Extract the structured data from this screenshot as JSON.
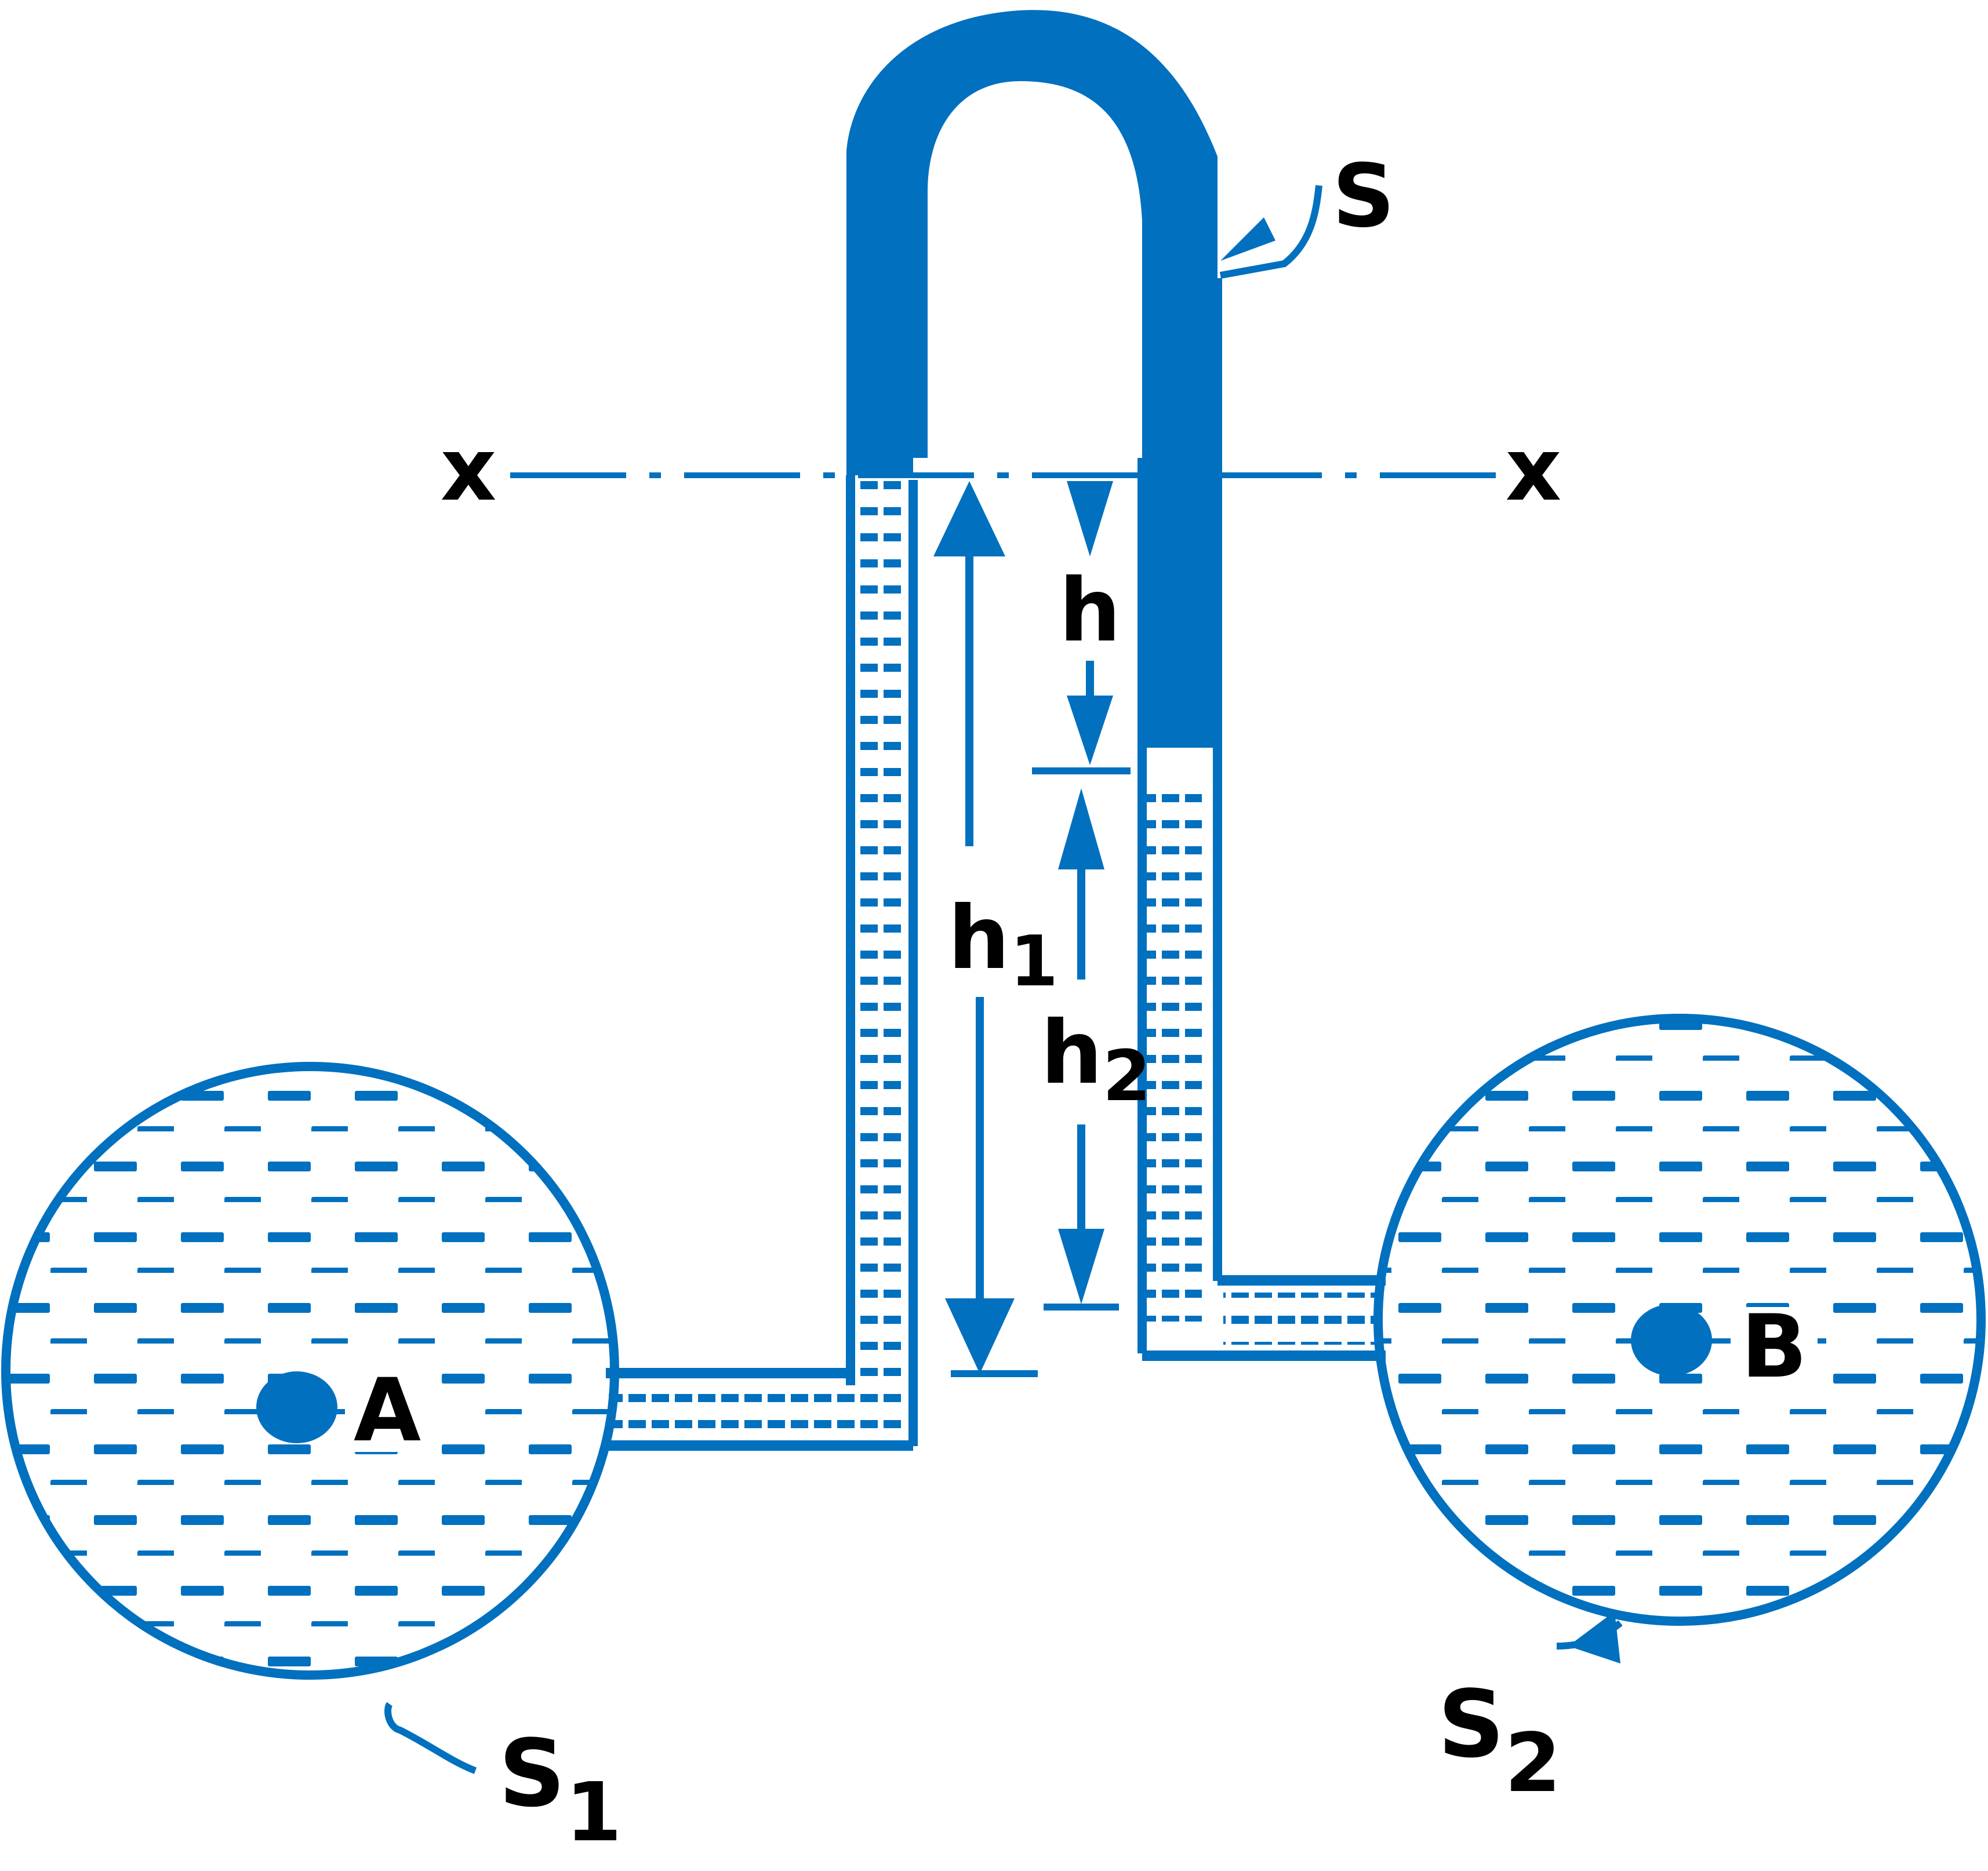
{
  "colors": {
    "fluid": "#0070bf",
    "label": "#000000",
    "background": "#ffffff"
  },
  "labels": {
    "x_left": "x",
    "x_right": "x",
    "s_top": "S",
    "h": "h",
    "h1_main": "h",
    "h1_sub": "1",
    "h2_main": "h",
    "h2_sub": "2",
    "pipe_a": "A",
    "pipe_b": "B",
    "s1_main": "S",
    "s1_sub": "1",
    "s2_main": "S",
    "s2_sub": "2"
  }
}
